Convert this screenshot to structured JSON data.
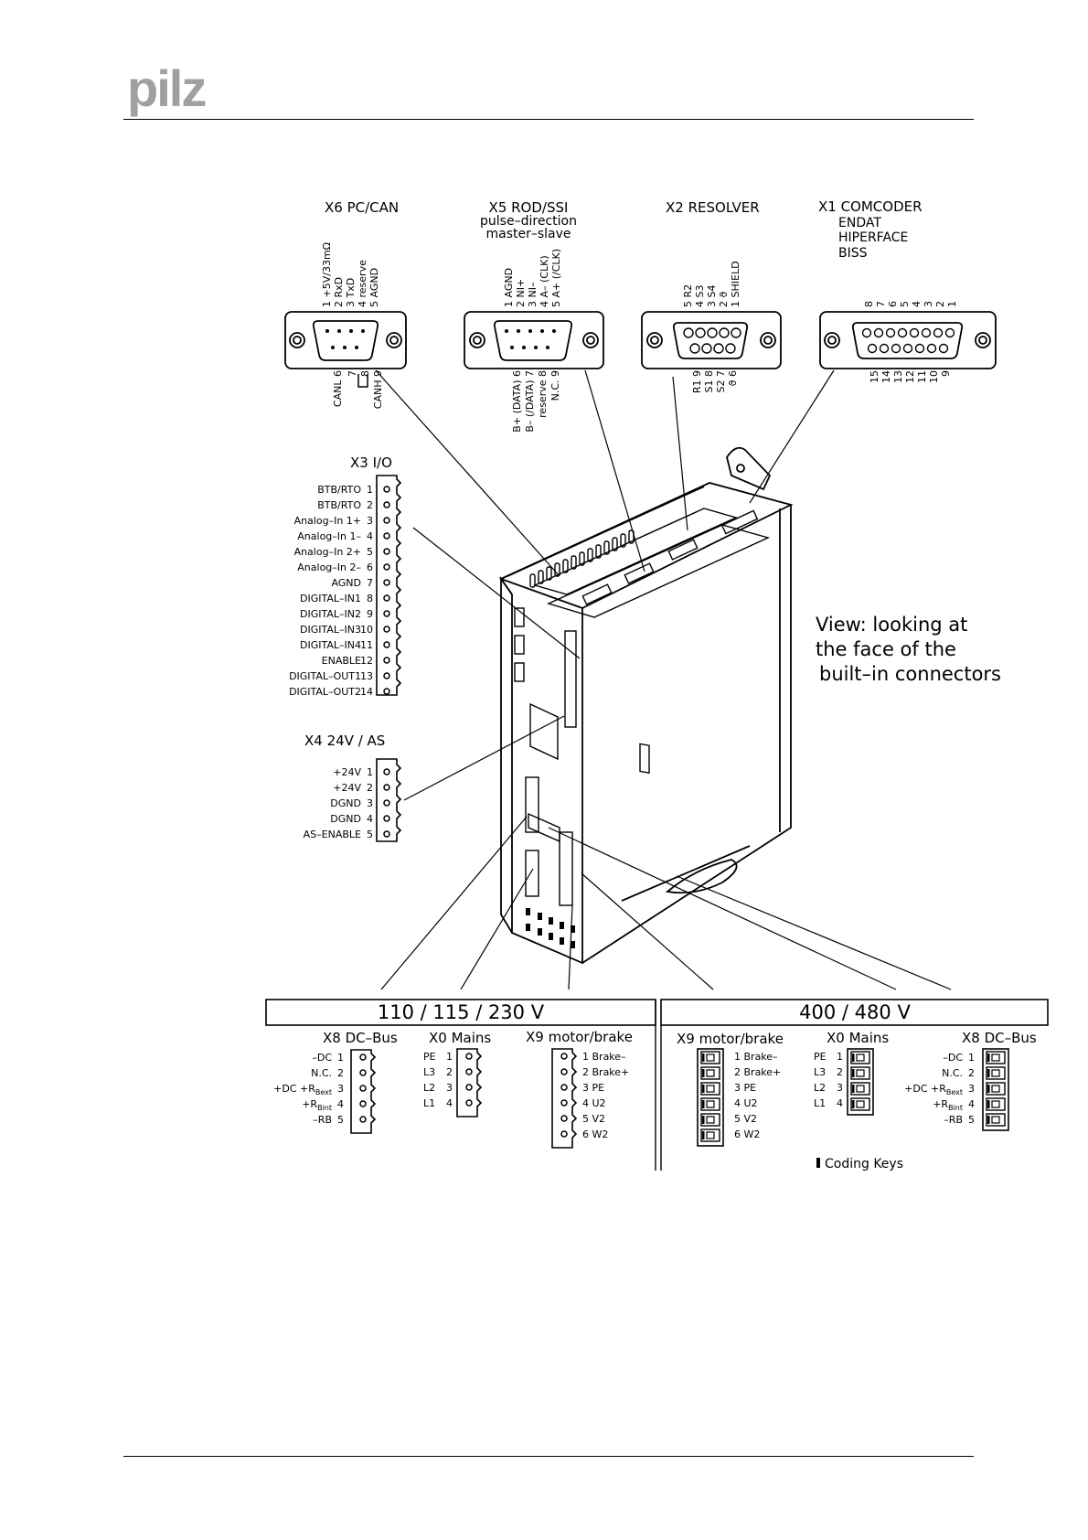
{
  "logo": {
    "text": "pilz",
    "color": "#a0a0a0"
  },
  "connectors_top": {
    "x6": {
      "title": "X6 PC/CAN",
      "pins_top": [
        "1 +5V/33mΩ",
        "2 RxD",
        "3 TxD",
        "4 reserve",
        "5 AGND"
      ],
      "pins_bottom": [
        "CANL 6",
        "7",
        "8",
        "CANH 9"
      ]
    },
    "x5": {
      "title_lines": [
        "X5 ROD/SSI",
        "pulse–direction",
        "master–slave"
      ],
      "pins_top": [
        "1 AGND",
        "2 NI+",
        "3 NI–",
        "4 A– (CLK)",
        "5 A+ (/CLK)"
      ],
      "pins_bottom": [
        "B+ (DATA) 6",
        "B– (/DATA) 7",
        "reserve 8",
        "N.C. 9"
      ]
    },
    "x2": {
      "title": "X2 RESOLVER",
      "pins_top": [
        "5 R2",
        "4 S3",
        "3 S4",
        "2 ϑ",
        "1 SHIELD"
      ],
      "pins_bottom": [
        "R1 9",
        "S1 8",
        "S2 7",
        "ϑ 6"
      ]
    },
    "x1": {
      "title_lines": [
        "X1 COMCODER",
        "ENDAT",
        "HIPERFACE",
        "BISS"
      ],
      "pins_top": [
        "8",
        "7",
        "6",
        "5",
        "4",
        "3",
        "2",
        "1"
      ],
      "pins_bottom": [
        "15",
        "14",
        "13",
        "12",
        "11",
        "10",
        "9"
      ]
    }
  },
  "x3": {
    "title": "X3 I/O",
    "pins": [
      "BTB/RTO",
      "BTB/RTO",
      "Analog–In 1+",
      "Analog–In 1–",
      "Analog–In 2+",
      "Analog–In 2–",
      "AGND",
      "DIGITAL–IN1",
      "DIGITAL–IN2",
      "DIGITAL–IN3",
      "DIGITAL–IN4",
      "ENABLE",
      "DIGITAL–OUT1",
      "DIGITAL–OUT2"
    ],
    "numbers": [
      "1",
      "2",
      "3",
      "4",
      "5",
      "6",
      "7",
      "8",
      "9",
      "10",
      "11",
      "12",
      "13",
      "14"
    ]
  },
  "x4": {
    "title": "X4 24V / AS",
    "pins": [
      "+24V",
      "+24V",
      "DGND",
      "DGND",
      "AS–ENABLE"
    ],
    "numbers": [
      "1",
      "2",
      "3",
      "4",
      "5"
    ]
  },
  "view_note": [
    "View:  looking  at",
    "the  face  of  the",
    "built–in  connectors"
  ],
  "low_voltage": {
    "header": "110  /  115  /  230  V",
    "x8": {
      "title": "X8 DC–Bus",
      "pins": [
        "–DC",
        "N.C.",
        "+DC +R",
        "+R",
        "–RB"
      ],
      "subs": [
        "",
        "",
        "Bext",
        "Bint",
        ""
      ],
      "numbers": [
        "1",
        "2",
        "3",
        "4",
        "5"
      ]
    },
    "x0": {
      "title": "X0 Mains",
      "pins": [
        "PE",
        "L3",
        "L2",
        "L1"
      ],
      "numbers": [
        "1",
        "2",
        "3",
        "4"
      ]
    },
    "x9": {
      "title": "X9 motor/brake",
      "pins": [
        "1 Brake–",
        "2 Brake+",
        "3 PE",
        "4 U2",
        "5 V2",
        "6 W2"
      ]
    }
  },
  "high_voltage": {
    "header": "400  /  480  V",
    "x9": {
      "title": "X9 motor/brake",
      "pins": [
        "1 Brake–",
        "2 Brake+",
        "3 PE",
        "4 U2",
        "5 V2",
        "6 W2"
      ]
    },
    "x0": {
      "title": "X0 Mains",
      "pins": [
        "PE",
        "L3",
        "L2",
        "L1"
      ],
      "numbers": [
        "1",
        "2",
        "3",
        "4"
      ]
    },
    "x8": {
      "title": "X8 DC–Bus",
      "pins": [
        "–DC",
        "N.C.",
        "+DC +R",
        "+R",
        "–RB"
      ],
      "subs": [
        "",
        "",
        "Bext",
        "Bint",
        ""
      ],
      "numbers": [
        "1",
        "2",
        "3",
        "4",
        "5"
      ]
    }
  },
  "coding_keys": "Coding Keys"
}
